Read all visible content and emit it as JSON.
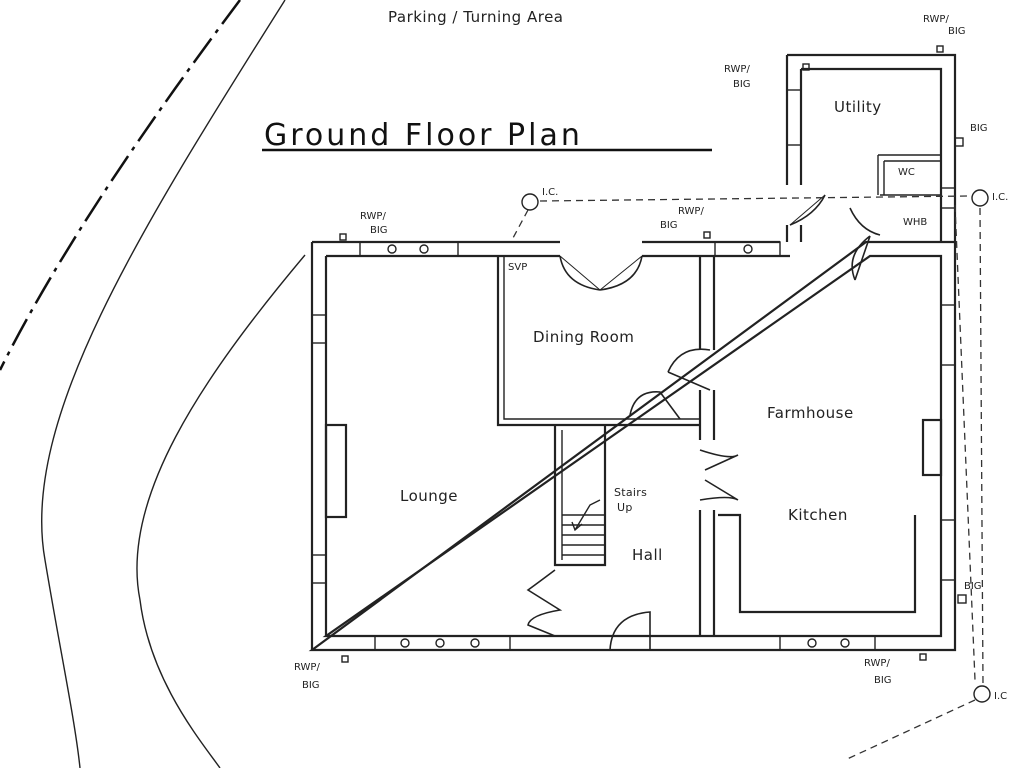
{
  "title": "Ground Floor Plan",
  "top_label": "Parking / Turning Area",
  "rooms": {
    "utility": "Utility",
    "wc": "WC",
    "whb": "WHB",
    "dining": "Dining Room",
    "svp": "SVP",
    "lounge": "Lounge",
    "stairs_line1": "Stairs",
    "stairs_line2": "Up",
    "hall": "Hall",
    "farmhouse": "Farmhouse",
    "kitchen": "Kitchen"
  },
  "annotations": {
    "rwp": "RWP/",
    "big": "BIG",
    "ic": "I.C.",
    "ic_short": "I.C"
  }
}
